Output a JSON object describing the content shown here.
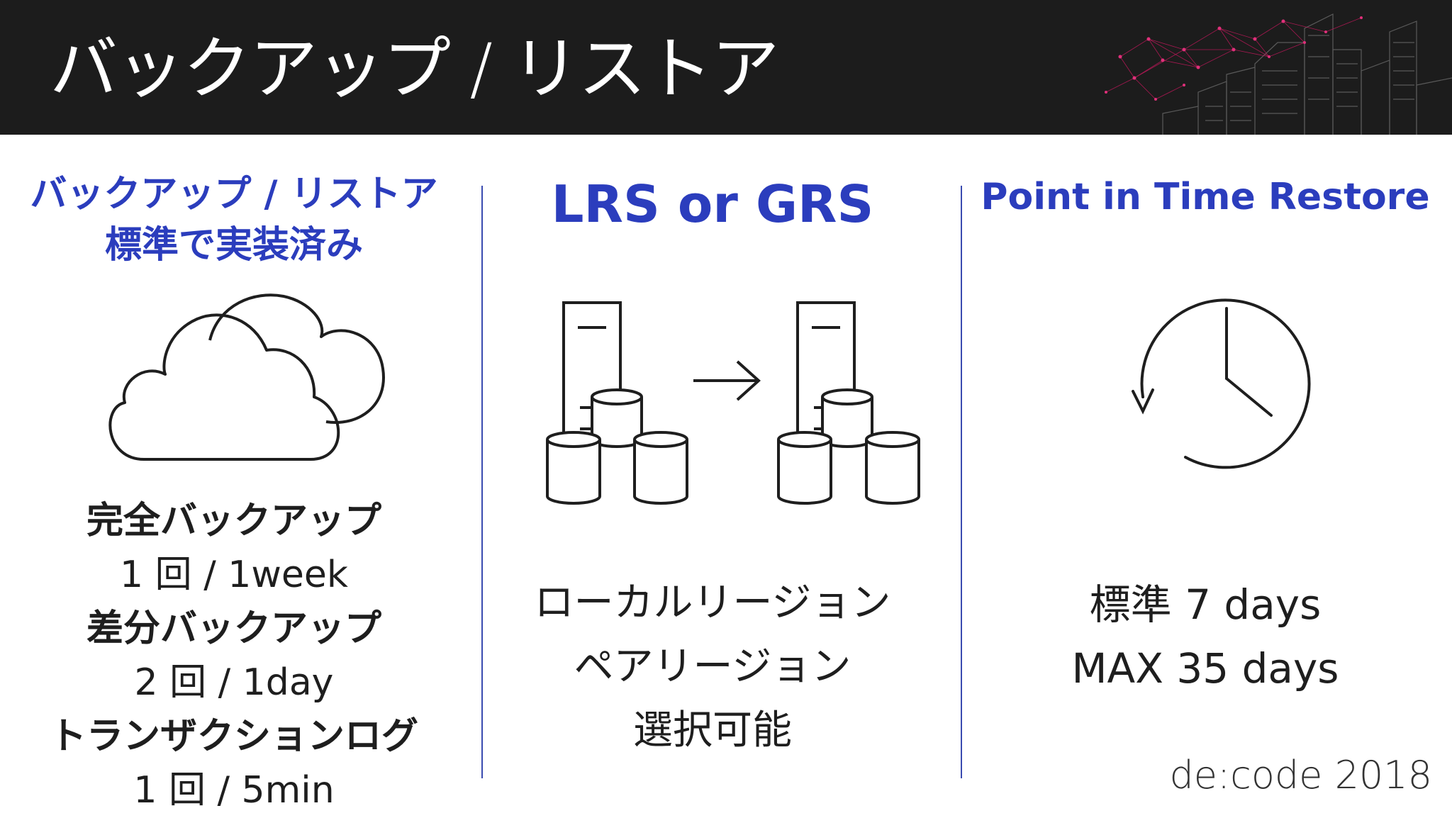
{
  "slide": {
    "title": "バックアップ / リストア",
    "footer_brand": "de:code 2018"
  },
  "colors": {
    "header_bg": "#1c1c1c",
    "accent_blue": "#2b3dbd",
    "divider": "#3a4bb0",
    "network_magenta": "#c2185b"
  },
  "columns": {
    "left": {
      "heading_line1": "バックアップ / リストア",
      "heading_line2": "標準で実装済み",
      "icon": "cloud-icon",
      "items": [
        {
          "title": "完全バックアップ",
          "frequency": "1 回 / 1week"
        },
        {
          "title": "差分バックアップ",
          "frequency": "2 回 / 1day"
        },
        {
          "title": "トランザクションログ",
          "frequency": "1 回 / 5min"
        }
      ]
    },
    "middle": {
      "heading": "LRS or GRS",
      "icon": "server-replication-icon",
      "lines": [
        "ローカルリージョン",
        "ペアリージョン",
        "選択可能"
      ]
    },
    "right": {
      "heading": "Point in Time Restore",
      "icon": "clock-restore-icon",
      "lines": [
        "標準 7 days",
        "MAX 35 days"
      ]
    }
  }
}
